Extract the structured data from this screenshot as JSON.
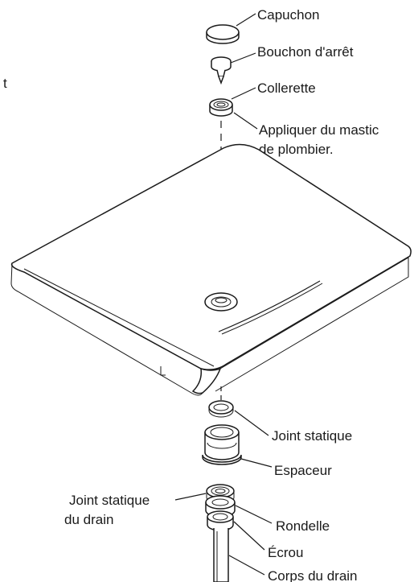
{
  "fragment": "t",
  "labels": {
    "capuchon": "Capuchon",
    "bouchon": "Bouchon d'arrêt",
    "collerette": "Collerette",
    "mastic_1": "Appliquer du mastic",
    "mastic_2": "de plombier.",
    "joint_statique": "Joint statique",
    "espaceur": "Espaceur",
    "joint_drain_1": "Joint statique",
    "joint_drain_2": "du drain",
    "rondelle": "Rondelle",
    "ecrou": "Écrou",
    "corps": "Corps du drain"
  }
}
